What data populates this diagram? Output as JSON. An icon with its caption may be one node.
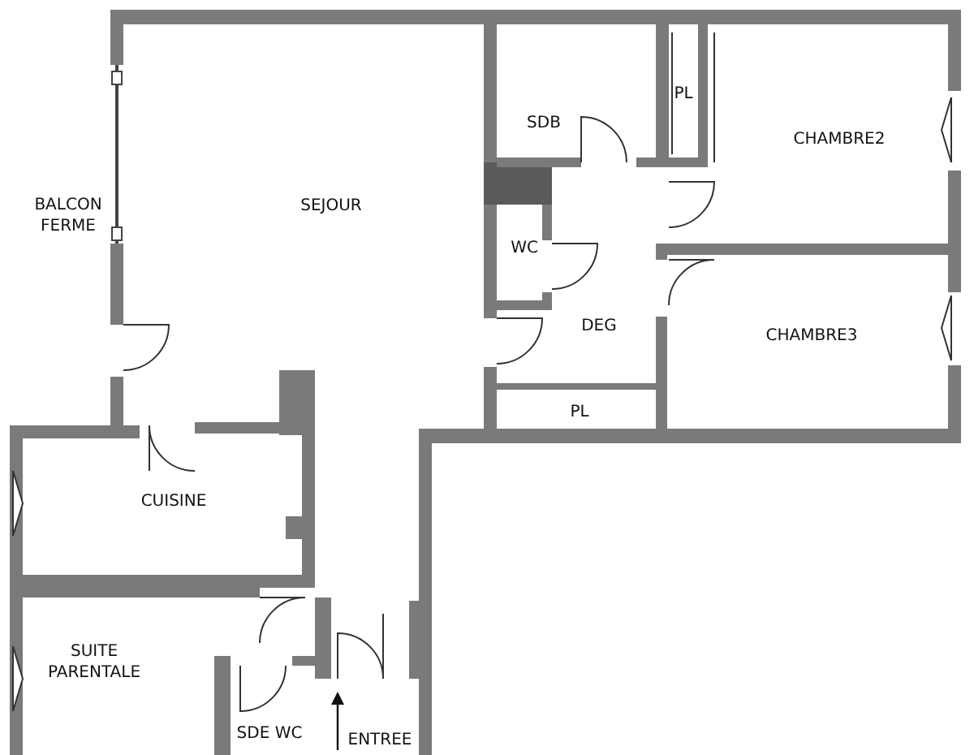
{
  "diagram": {
    "labels": [
      "PL",
      "SDB",
      "CHAMBRE2",
      "SEJOUR",
      "BALCON FERME",
      "WC",
      "DEG",
      "CHAMBRE3",
      "PL",
      "CUISINE",
      "SUITE PARENTALE",
      "SDE WC",
      "ENTREE"
    ]
  }
}
